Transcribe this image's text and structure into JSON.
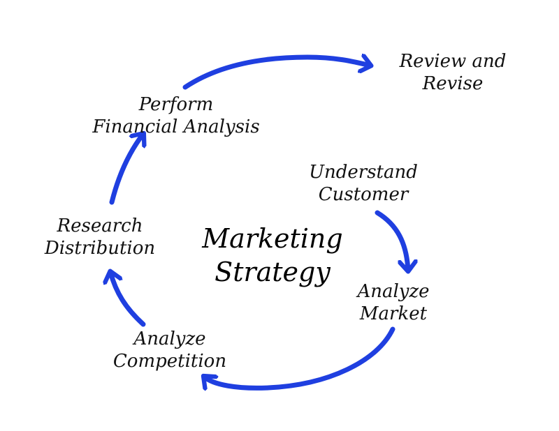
{
  "title": {
    "line1": "Marketing",
    "line2": "Strategy"
  },
  "steps": {
    "understand_customer": [
      "Understand",
      "Customer"
    ],
    "analyze_market": [
      "Analyze",
      "Market"
    ],
    "analyze_competition": [
      "Analyze",
      "Competition"
    ],
    "research_distribution": [
      "Research",
      "Distribution"
    ],
    "perform_financial_analysis": [
      "Perform",
      "Financial Analysis"
    ],
    "review_and_revise": [
      "Review and",
      "Revise"
    ]
  },
  "colors": {
    "arrow": "#1f3fe0",
    "text": "#111111"
  }
}
